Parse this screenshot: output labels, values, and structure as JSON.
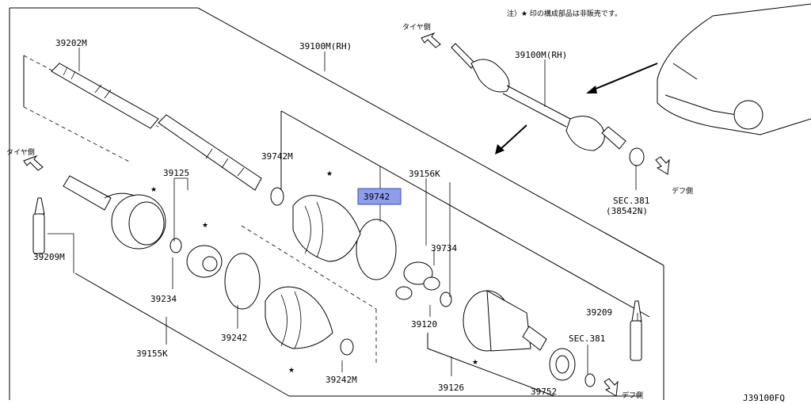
{
  "note": "注）★ 印の構成部品は非販売です。",
  "diagram_code": "J39100FQ",
  "direction_labels": {
    "tire_side_top": "タイヤ側",
    "tire_side_left": "タイヤ側",
    "diff_side_right": "デフ側",
    "diff_side_bottom": "デフ側"
  },
  "part_labels": {
    "p39202M": "39202M",
    "p39100M_rh_main": "39100M(RH)",
    "p39100M_rh_inset": "39100M(RH)",
    "p39742M": "39742M",
    "p39742": "39742",
    "p39156K": "39156K",
    "p39125": "39125",
    "p39209M": "39209M",
    "p39234": "39234",
    "p39734": "39734",
    "p39120": "39120",
    "p39242": "39242",
    "p39155K": "39155K",
    "p39242M": "39242M",
    "p39126": "39126",
    "p39752": "39752",
    "p39209": "39209",
    "sec381_a": "SEC.381",
    "sec381_a_sub": "(38542N)",
    "sec381_b": "SEC.381"
  },
  "non_sale_mark": "★",
  "highlight_color": "#8e9ee8"
}
